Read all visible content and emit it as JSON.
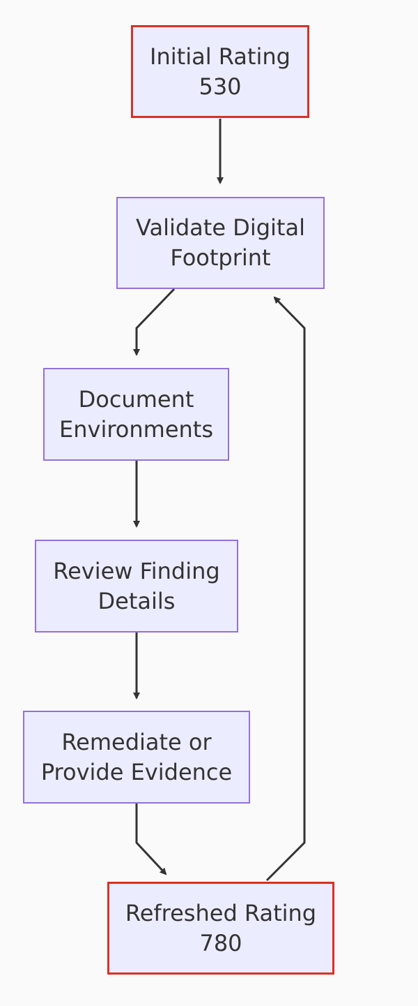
{
  "diagram": {
    "type": "flowchart",
    "direction": "top-to-bottom",
    "colors": {
      "background": "#fafafa",
      "node_fill": "#ececff",
      "node_border": "#9370db",
      "highlight_border": "#d93025",
      "edge": "#333333",
      "text": "#333333"
    },
    "nodes": [
      {
        "id": "initial",
        "lines": [
          "Initial Rating",
          "530"
        ],
        "highlighted": true
      },
      {
        "id": "validate",
        "lines": [
          "Validate Digital",
          "Footprint"
        ],
        "highlighted": false
      },
      {
        "id": "document",
        "lines": [
          "Document",
          "Environments"
        ],
        "highlighted": false
      },
      {
        "id": "review",
        "lines": [
          "Review Finding",
          "Details"
        ],
        "highlighted": false
      },
      {
        "id": "remediate",
        "lines": [
          "Remediate or",
          "Provide Evidence"
        ],
        "highlighted": false
      },
      {
        "id": "refreshed",
        "lines": [
          "Refreshed Rating",
          "780"
        ],
        "highlighted": true
      }
    ],
    "edges": [
      {
        "from": "initial",
        "to": "validate"
      },
      {
        "from": "validate",
        "to": "document"
      },
      {
        "from": "document",
        "to": "review"
      },
      {
        "from": "review",
        "to": "remediate"
      },
      {
        "from": "remediate",
        "to": "refreshed"
      },
      {
        "from": "refreshed",
        "to": "validate"
      }
    ]
  }
}
